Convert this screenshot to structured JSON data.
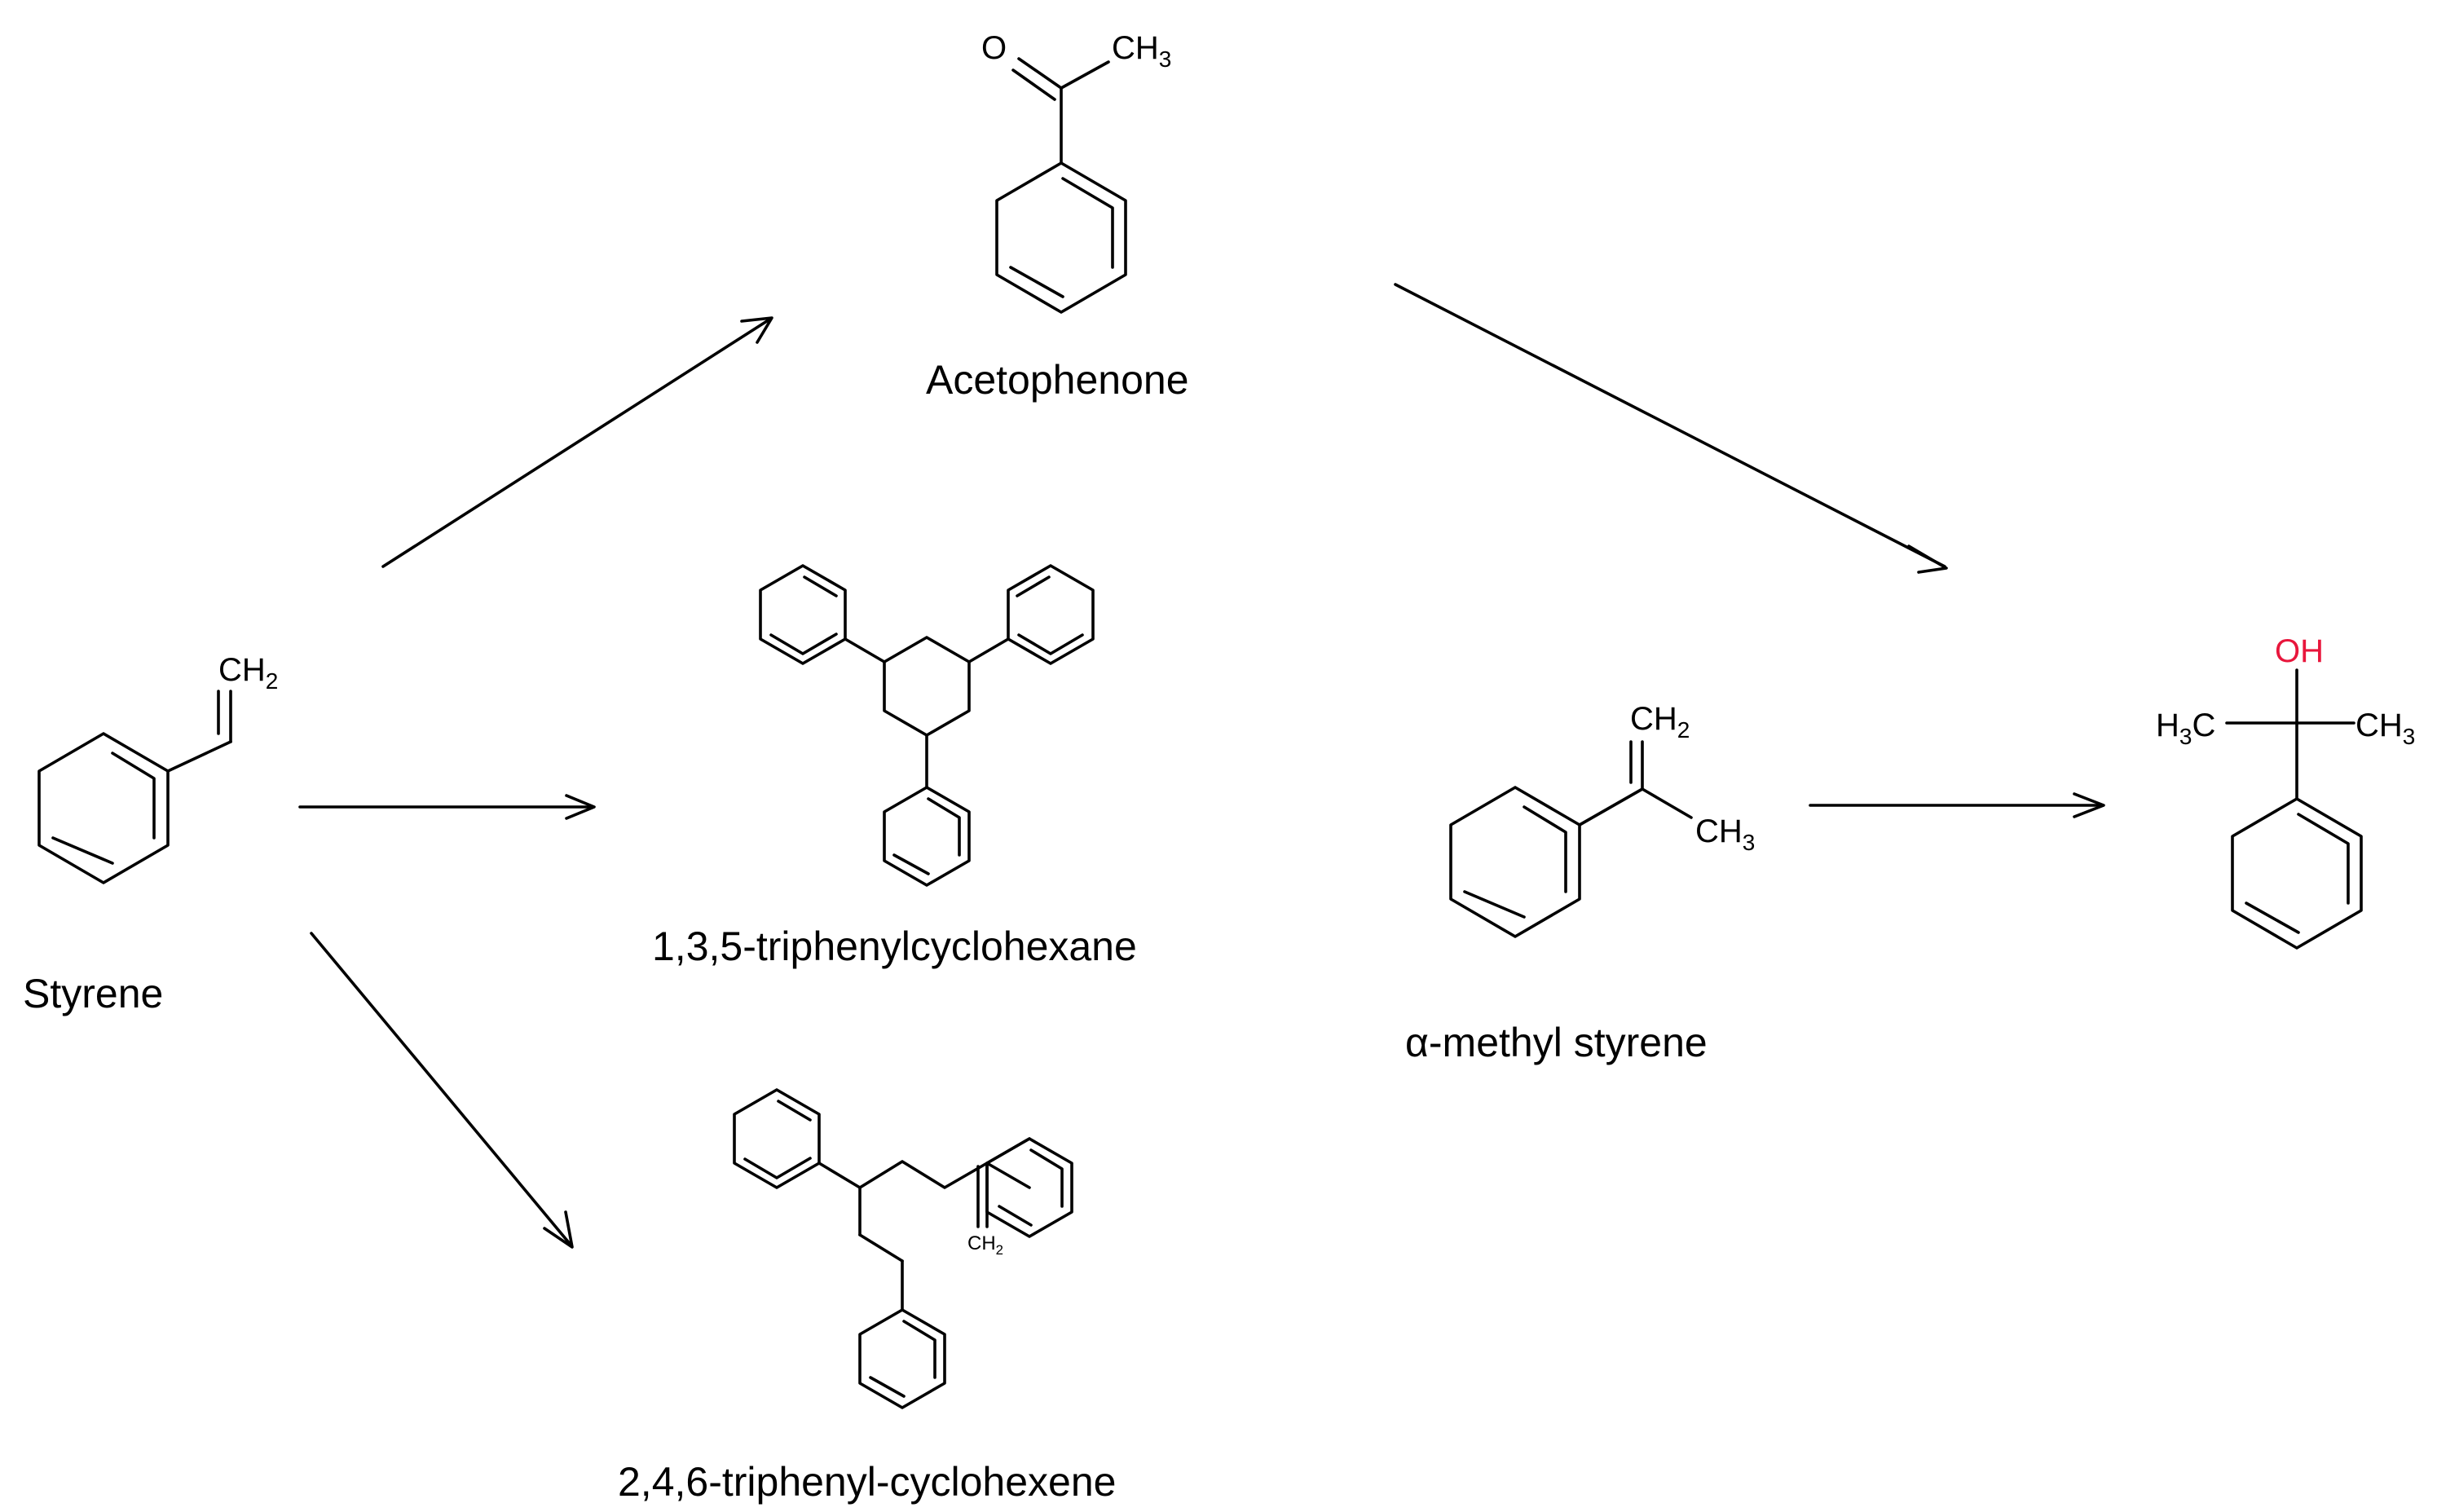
{
  "molecules": {
    "styrene": {
      "name": "Styrene",
      "ch2": "CH",
      "ch2_sub": "2"
    },
    "acetophenone": {
      "name": "Acetophenone",
      "o": "O",
      "ch3": "CH",
      "ch3_sub": "3"
    },
    "triphenylcyclohexane": {
      "name": "1,3,5-triphenylcyclohexane"
    },
    "triphenylcyclohexene": {
      "name": "2,4,6-triphenyl-cyclohexene",
      "ch2": "CH",
      "ch2_sub": "2"
    },
    "alpha_methyl_styrene": {
      "name": "α-methyl styrene",
      "ch2": "CH",
      "ch2_sub": "2",
      "ch3": "CH",
      "ch3_sub": "3"
    },
    "product": {
      "oh": "OH",
      "h3c_h": "H",
      "h3c_sub": "3",
      "h3c_c": "C",
      "ch3": "CH",
      "ch3_sub": "3"
    }
  },
  "colors": {
    "bond": "#000000",
    "hydroxyl": "#e8163c"
  }
}
